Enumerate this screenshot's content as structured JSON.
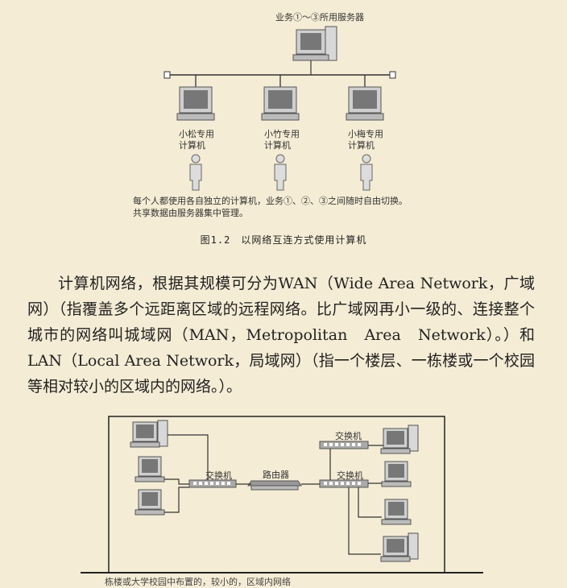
{
  "figure_top": {
    "server_label": "业务①～③所用服务器",
    "computers": [
      {
        "line1": "小松专用",
        "line2": "计算机"
      },
      {
        "line1": "小竹专用",
        "line2": "计算机"
      },
      {
        "line1": "小梅专用",
        "line2": "计算机"
      }
    ],
    "note_line1": "每个人都使用各自独立的计算机，业务①、②、③之间随时自由切换。",
    "note_line2": "共享数据由服务器集中管理。",
    "caption": "图1.2　以网络互连方式使用计算机"
  },
  "paragraph": "计算机网络，根据其规模可分为WAN（Wide Area Network，广域网）（指覆盖多个远距离区域的远程网络。比广域网再小一级的、连接整个城市的网络叫城域网（MAN，Metropolitan　Area　Network）。）和LAN（Local Area Network，局域网）（指一个楼层、一栋楼或一个校园等相对较小的区域内的网络。）。",
  "figure_bottom": {
    "switch_left": "交换机",
    "router": "路由器",
    "switch_right_mid": "交换机",
    "switch_right_top": "交换机",
    "bottom_caption": "栋楼或大学校园中布置的，较小的，区域内网络"
  }
}
